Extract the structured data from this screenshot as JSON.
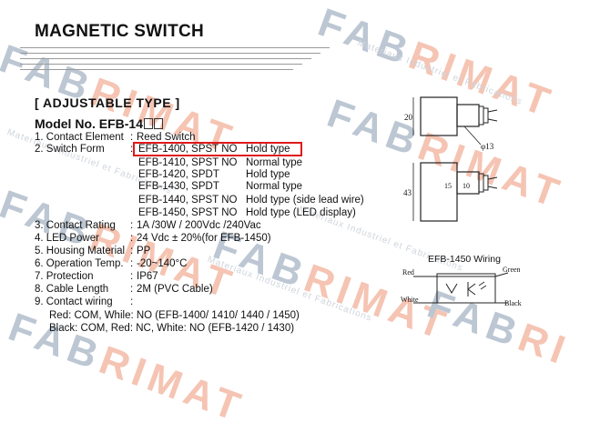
{
  "title": "MAGNETIC SWITCH",
  "section": "[ ADJUSTABLE  TYPE ]",
  "model_label": "Model No.  EFB-14",
  "specs": [
    {
      "label": "1.  Contact Element",
      "sep": ":",
      "value": "Reed Switch"
    },
    {
      "label": "2.  Switch Form",
      "sep": ":",
      "value": ""
    },
    {
      "label": "3.  Contact Rating",
      "sep": ":",
      "value": "1A /30W / 200Vdc /240Vac"
    },
    {
      "label": "4.  LED Power",
      "sep": ":",
      "value": "24 Vdc ± 20%(for EFB-1450)"
    },
    {
      "label": "5.  Housing Material",
      "sep": ":",
      "value": "PP"
    },
    {
      "label": "6.  Operation Temp.",
      "sep": ":",
      "value": "-20~140°C"
    },
    {
      "label": "7.  Protection",
      "sep": ":",
      "value": "IP67"
    },
    {
      "label": "8.  Cable Length",
      "sep": ":",
      "value": "2M (PVC Cable)"
    },
    {
      "label": "9.  Contact wiring",
      "sep": ":",
      "value": ""
    }
  ],
  "switch_forms": [
    {
      "model": "EFB-1400, SPST NO",
      "type": "Hold type"
    },
    {
      "model": "EFB-1410, SPST NO",
      "type": "Normal type"
    },
    {
      "model": "EFB-1420, SPDT",
      "type": "Hold type"
    },
    {
      "model": "EFB-1430, SPDT",
      "type": "Normal type"
    },
    {
      "model": "EFB-1440, SPST NO",
      "type": "Hold type (side lead wire)"
    },
    {
      "model": "EFB-1450, SPST NO",
      "type": "Hold type (LED display)"
    }
  ],
  "wiring": [
    "Red: COM, While: NO  (EFB-1400/ 1410/ 1440 / 1450)",
    "Black: COM, Red: NC, White: NO (EFB-1420 / 1430)"
  ],
  "drawing": {
    "dim_20": "20",
    "dim_phi13": "φ13",
    "dim_43": "43",
    "dim_15": "15",
    "dim_10": "10"
  },
  "wiring_diagram": {
    "title": "EFB-1450 Wiring",
    "red": "Red",
    "green": "Green",
    "white": "White",
    "black": "Black"
  },
  "watermark": {
    "brand_a": "FAB",
    "brand_b": "RI",
    "brand_c": "MAT",
    "tagline": "Materiaux Industriel et Fabrications"
  },
  "colors": {
    "highlight": "#e0191a",
    "watermark_gray": "#bcc7d3",
    "watermark_orange": "#f5c4b3"
  }
}
